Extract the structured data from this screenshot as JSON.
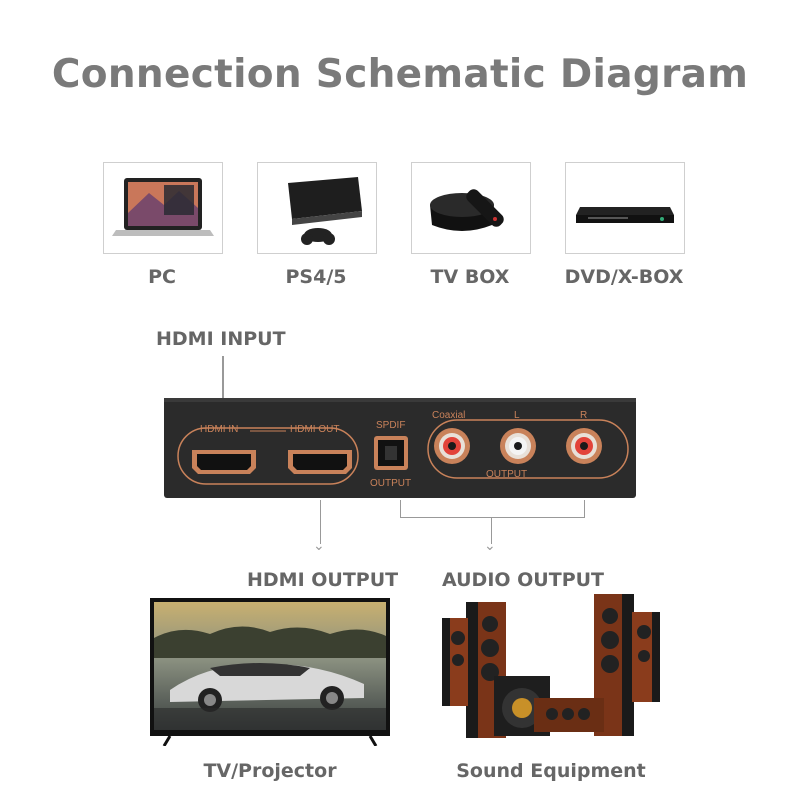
{
  "title": "Connection Schematic Diagram",
  "sources": [
    {
      "label": "PC",
      "icon": "laptop-icon"
    },
    {
      "label": "PS4/5",
      "icon": "game-console-icon"
    },
    {
      "label": "TV BOX",
      "icon": "tv-box-icon"
    },
    {
      "label": "DVD/X-BOX",
      "icon": "dvd-player-icon"
    }
  ],
  "hdmi_input_label": "HDMI INPUT",
  "device": {
    "hdmi_in": "HDMI IN",
    "hdmi_out": "HDMI OUT",
    "spdif": "SPDIF",
    "spdif_output": "OUTPUT",
    "coaxial": "Coaxial",
    "left": "L",
    "right": "R",
    "rca_output": "OUTPUT"
  },
  "hdmi_output_label": "HDMI OUTPUT",
  "audio_output_label": "AUDIO OUTPUT",
  "outputs": [
    {
      "label": "TV/Projector",
      "icon": "tv-icon"
    },
    {
      "label": "Sound Equipment",
      "icon": "speakers-icon"
    }
  ],
  "colors": {
    "accent": "#c9825a",
    "device_body": "#2b2b2b",
    "text": "#666666"
  }
}
